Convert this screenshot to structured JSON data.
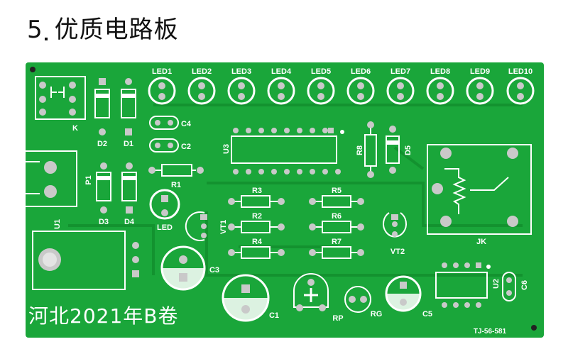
{
  "heading": {
    "number": "5",
    "title": "优质电路板"
  },
  "board": {
    "colors": {
      "mask": "#1aa63a",
      "mask_dark": "#13922f",
      "silk": "#ffffff",
      "pad": "#c9c9c9",
      "hole": "#222222"
    },
    "leds": [
      "LED1",
      "LED2",
      "LED3",
      "LED4",
      "LED5",
      "LED6",
      "LED7",
      "LED8",
      "LED9",
      "LED10"
    ],
    "labels": {
      "k": "K",
      "c4": "C4",
      "c2": "C2",
      "d2": "D2",
      "d1": "D1",
      "d3": "D3",
      "d4": "D4",
      "p1": "P1",
      "u1": "U1",
      "r1": "R1",
      "led": "LED",
      "u3": "U3",
      "r8": "R8",
      "d5": "D5",
      "r3": "R3",
      "r5": "R5",
      "r2": "R2",
      "r6": "R6",
      "r4": "R4",
      "r7": "R7",
      "vt1": "VT1",
      "vt2": "VT2",
      "jk": "JK",
      "c3": "C3",
      "c1": "C1",
      "rp": "RP",
      "rg": "RG",
      "c5": "C5",
      "u2": "U2",
      "c6": "C6",
      "code": "TJ-56-581"
    },
    "watermark": "河北2021年B卷"
  }
}
